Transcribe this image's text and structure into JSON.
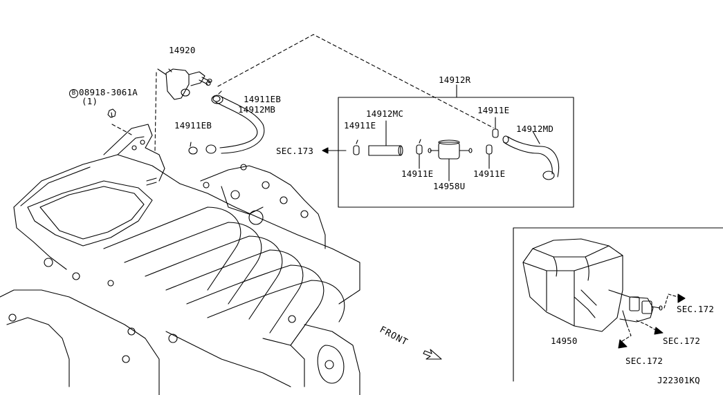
{
  "labels": {
    "p14920": "14920",
    "bolt_code": "08918-3061A",
    "bolt_symbol": "B",
    "bolt_qty": "(1)",
    "p14911EB_top": "14911EB",
    "p14912MB": "14912MB",
    "p14911EB_left": "14911EB",
    "p14912R": "14912R",
    "p14912MC": "14912MC",
    "p14911E_a": "14911E",
    "p14911E_b": "14911E",
    "p14912MD": "14912MD",
    "sec173": "SEC.173",
    "p14911E_c": "14911E",
    "p14958U": "14958U",
    "p14911E_d": "14911E",
    "p14950": "14950",
    "sec172_a": "SEC.172",
    "sec172_b": "SEC.172",
    "sec172_c": "SEC.172",
    "front": "FRONT",
    "diagram_code": "J22301KQ"
  },
  "colors": {
    "line": "#000000",
    "background": "#ffffff"
  }
}
